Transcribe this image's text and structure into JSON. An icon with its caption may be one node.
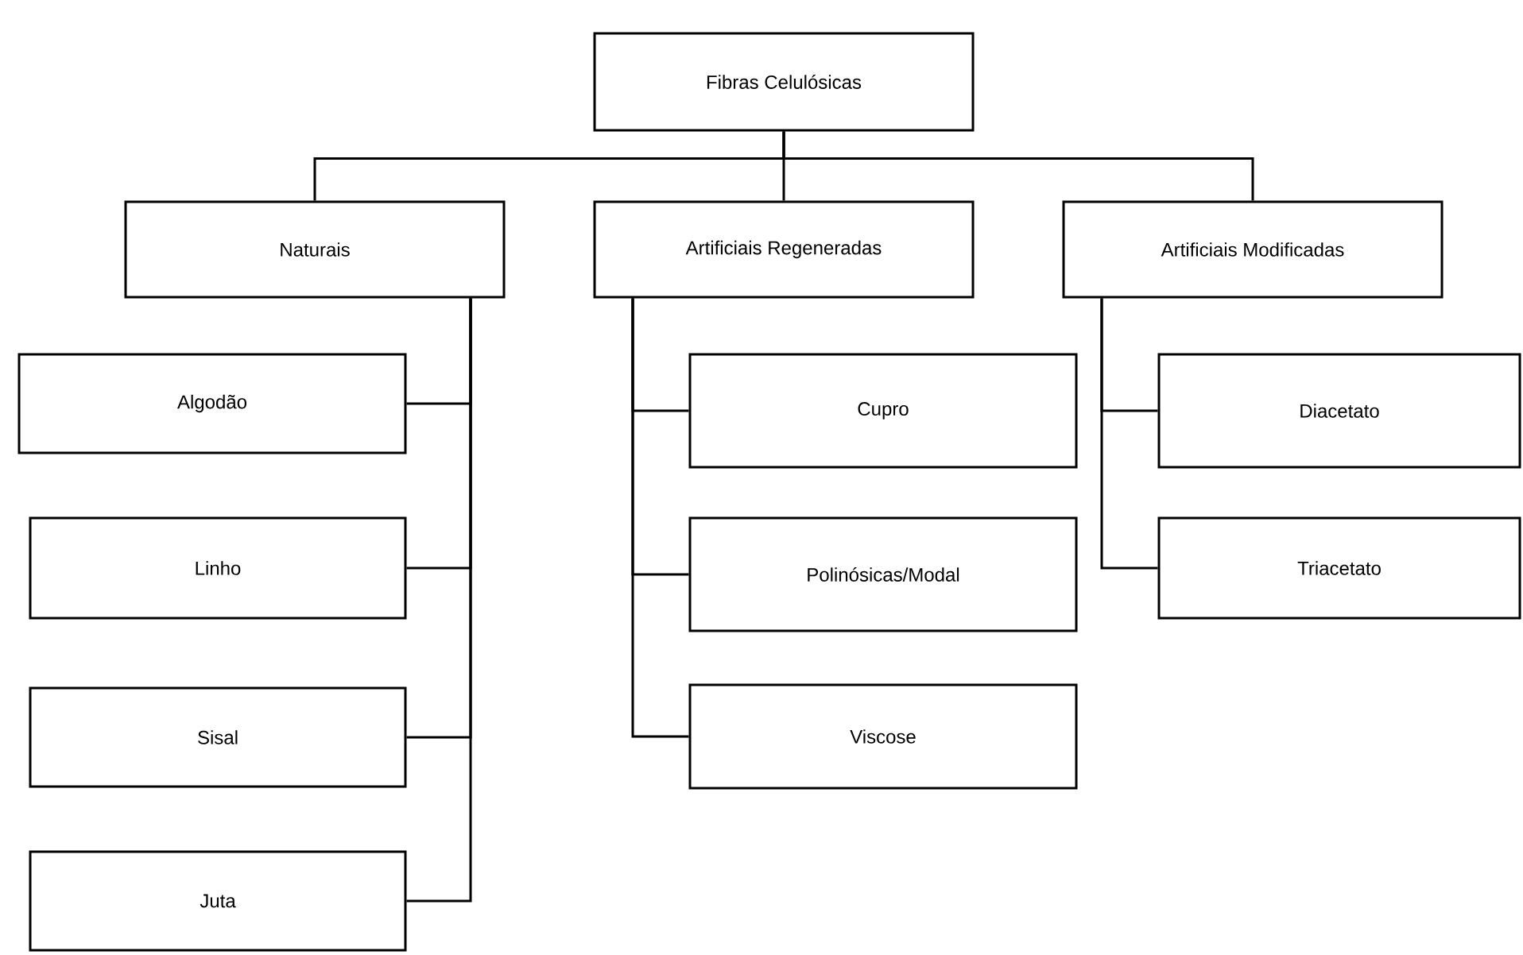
{
  "diagram": {
    "nodes": [
      {
        "text": [
          "Fibras Celulósicas"
        ]
      },
      {
        "text": [
          "Naturais"
        ]
      },
      {
        "text": [
          "Artificiais Regeneradas"
        ]
      },
      {
        "text": [
          "Artificiais Modificadas"
        ]
      },
      {
        "text": [
          "Algodão"
        ]
      },
      {
        "text": [
          "Linho"
        ]
      },
      {
        "text": [
          "Sisal"
        ]
      },
      {
        "text": [
          "Juta"
        ]
      },
      {
        "text": [
          "Cupro"
        ]
      },
      {
        "text": [
          "Polinósicas/Modal"
        ]
      },
      {
        "text": [
          "Viscose"
        ]
      },
      {
        "text": [
          "Diacetato"
        ]
      },
      {
        "text": [
          "Triacetato"
        ]
      }
    ],
    "edges": [
      {
        "from": 0,
        "to": 1,
        "arrow": "none"
      },
      {
        "from": 0,
        "to": 2,
        "arrow": "none"
      },
      {
        "from": 0,
        "to": 3,
        "arrow": "none"
      },
      {
        "from": 1,
        "to": 4,
        "arrow": "none"
      },
      {
        "from": 1,
        "to": 5,
        "arrow": "none"
      },
      {
        "from": 1,
        "to": 6,
        "arrow": "none"
      },
      {
        "from": 1,
        "to": 7,
        "arrow": "none"
      },
      {
        "from": 2,
        "to": 8,
        "arrow": "none"
      },
      {
        "from": 2,
        "to": 9,
        "arrow": "none"
      },
      {
        "from": 2,
        "to": 10,
        "arrow": "none"
      },
      {
        "from": 3,
        "to": 11,
        "arrow": "none"
      },
      {
        "from": 3,
        "to": 12,
        "arrow": "none"
      }
    ]
  }
}
